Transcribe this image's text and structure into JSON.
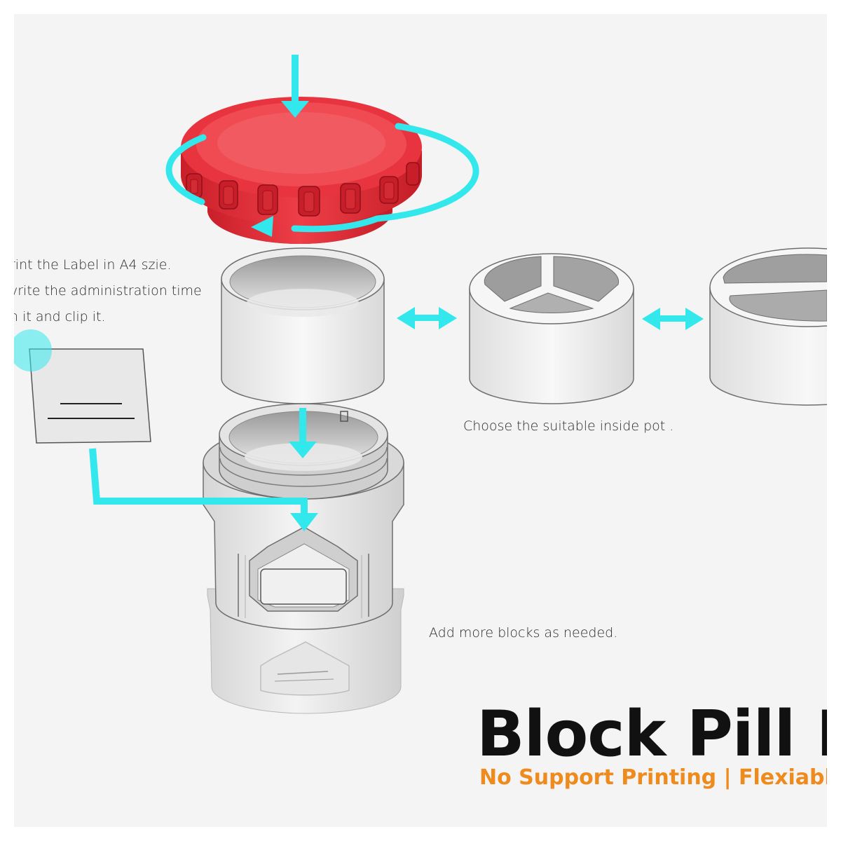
{
  "instructions": {
    "line1": "rint the Label in A4 szie.",
    "line2": "vrite the administration time",
    "line3": "n it and clip it."
  },
  "captions": {
    "choose_pot": "Choose the suitable inside pot .",
    "add_blocks": "Add more blocks as needed."
  },
  "title": {
    "main": "Block Pill B",
    "subtitle": "No Support  Printing | Flexiable"
  },
  "colors": {
    "accent_arrow": "#33e8ec",
    "cap_red": "#e4343d",
    "subtitle_orange": "#ef8a1c",
    "background": "#f4f4f4"
  },
  "icons": {
    "press_down": "arrow-down-icon",
    "rotate": "rotate-arrow-icon",
    "swap": "double-arrow-icon"
  }
}
